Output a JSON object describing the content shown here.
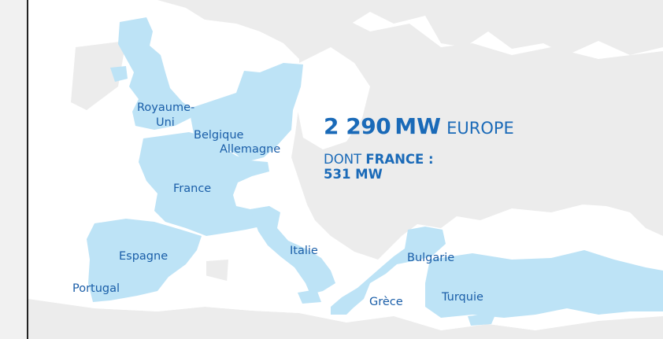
{
  "headline": {
    "value": "2 290",
    "unit": "MW",
    "region": "EUROPE"
  },
  "subline": {
    "prefix": "DONT",
    "country": "FRANCE :",
    "value": "531 MW"
  },
  "countries": [
    {
      "name": "Royaume-Uni",
      "label_lines": [
        "Royaume-",
        "Uni"
      ]
    },
    {
      "name": "Belgique",
      "label_lines": [
        "Belgique"
      ]
    },
    {
      "name": "Allemagne",
      "label_lines": [
        "Allemagne"
      ]
    },
    {
      "name": "France",
      "label_lines": [
        "France"
      ]
    },
    {
      "name": "Espagne",
      "label_lines": [
        "Espagne"
      ]
    },
    {
      "name": "Portugal",
      "label_lines": [
        "Portugal"
      ]
    },
    {
      "name": "Italie",
      "label_lines": [
        "Italie"
      ]
    },
    {
      "name": "Bulgarie",
      "label_lines": [
        "Bulgarie"
      ]
    },
    {
      "name": "Grèce",
      "label_lines": [
        "Grèce"
      ]
    },
    {
      "name": "Turquie",
      "label_lines": [
        "Turquie"
      ]
    }
  ],
  "colors": {
    "highlight": "#bde3f6",
    "land": "#ececec",
    "sea": "#ffffff",
    "text": "#1a6ab8",
    "label": "#1a5ea8"
  }
}
